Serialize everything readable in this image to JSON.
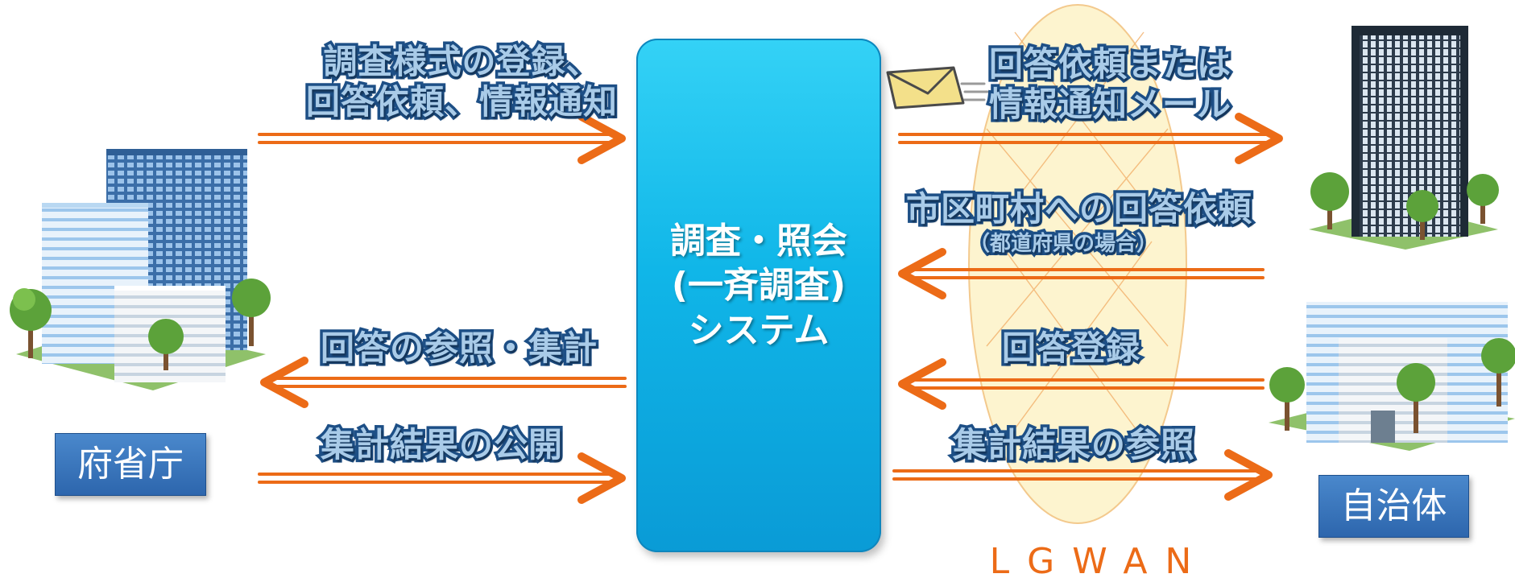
{
  "system": {
    "title_lines": [
      "調査・照会",
      "(一斉調査)",
      "システム"
    ]
  },
  "left_flows": {
    "register": [
      "調査様式の登録、",
      "回答依頼、情報通知"
    ],
    "view_aggregate": "回答の参照・集計",
    "publish": "集計結果の公開"
  },
  "right_flows": {
    "mail": [
      "回答依頼または",
      "情報通知メール"
    ],
    "municipal_request": "市区町村への回答依頼",
    "municipal_request_note": "（都道府県の場合）",
    "answer_register": "回答登録",
    "result_view": "集計結果の参照"
  },
  "entities": {
    "ministry": "府省庁",
    "local_government": "自治体"
  },
  "network": {
    "label": "LGWAN"
  },
  "icons": {
    "mail": "envelope-icon",
    "ministry_building": "office-buildings-icon",
    "government_tower": "tower-building-icon",
    "government_complex": "office-complex-icon"
  },
  "colors": {
    "arrow": "#ec6b17",
    "system_box": "#12b4e6",
    "entity_box": "#2f6db3",
    "label_fill": "#a9cbe8",
    "label_stroke": "#1d4f86",
    "lgwan_ellipse": "#fdf3c7"
  }
}
